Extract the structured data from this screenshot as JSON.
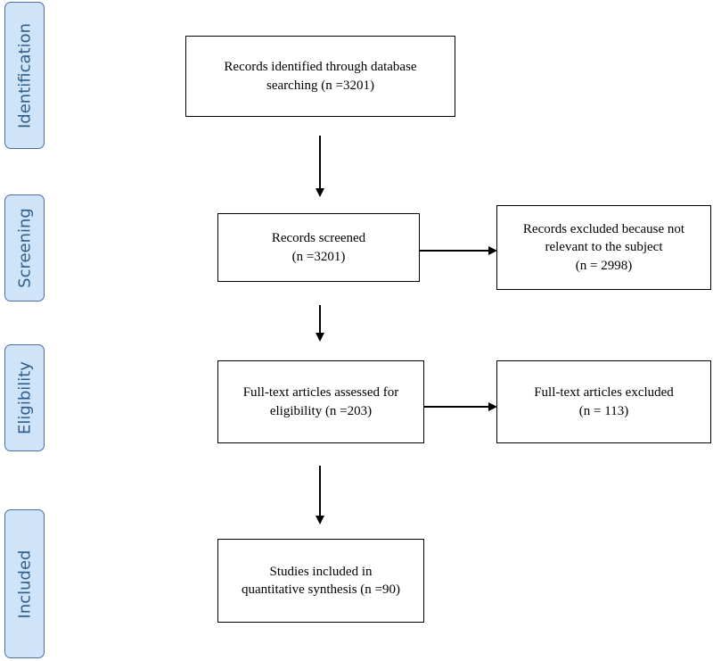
{
  "stages": {
    "identification": "Identification",
    "screening": "Screening",
    "eligibility": "Eligibility",
    "included": "Included"
  },
  "boxes": {
    "identified": {
      "line1": "Records identified through database",
      "line2": "searching (n =3201)"
    },
    "screened": {
      "line1": "Records screened",
      "line2": "(n =3201)"
    },
    "excluded_screening": {
      "line1": "Records excluded because not",
      "line2": "relevant to the subject",
      "line3": "(n = 2998)"
    },
    "fulltext_assessed": {
      "line1": "Full-text articles assessed for",
      "line2": "eligibility (n =203)"
    },
    "fulltext_excluded": {
      "line1": "Full-text articles excluded",
      "line2": "(n = 113)"
    },
    "included": {
      "line1": "Studies included in",
      "line2": "quantitative synthesis (n =90)"
    }
  }
}
